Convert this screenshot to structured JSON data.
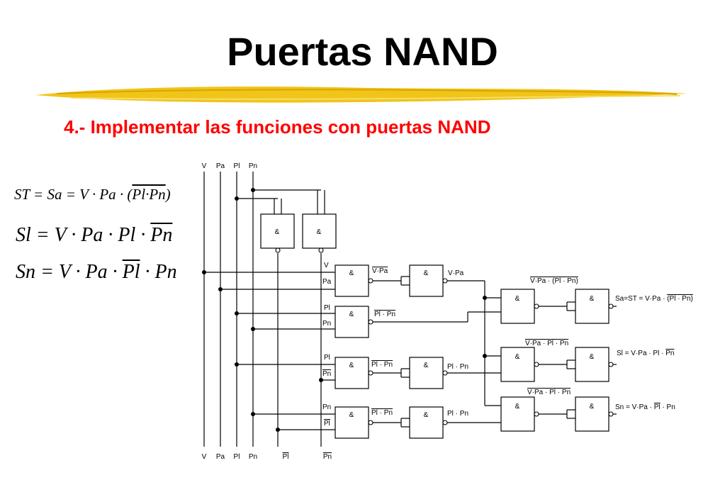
{
  "title": "Puertas NAND",
  "subtitle": "4.- Implementar las funciones con puertas NAND",
  "equations": {
    "eq1": {
      "plain": "ST = Sa = V · Pa · (",
      "bar": "Pl·Pn",
      "end": ")"
    },
    "eq2": {
      "plain": "Sl = V · Pa · Pl · ",
      "bar": "Pn"
    },
    "eq3": {
      "a": "Sn = V · Pa · ",
      "bar": "Pl",
      "b": " · Pn"
    }
  },
  "diagram": {
    "gate_symbol": "&",
    "bus_top": [
      "V",
      "Pa",
      "Pl",
      "Pn"
    ],
    "bus_bottom": [
      "V",
      "Pa",
      "Pl",
      "Pn",
      "Pl",
      "Pn"
    ],
    "inputs": {
      "g1": [
        "V",
        "Pa"
      ],
      "g2": [
        "Pl",
        "Pn"
      ],
      "g3": [
        "Pl",
        "Pn"
      ],
      "g4": [
        "Pn",
        "Pl"
      ]
    },
    "labels": {
      "g1_out": "V·Pa",
      "g1b_out": "V·Pa",
      "g2_out": "Pl · Pn",
      "g3_out": "Pl · Pn",
      "g3b_out": "Pl · Pn",
      "g4_out": "Pl · Pn",
      "g4b_out": "Pl · Pn",
      "g5_out": "V·Pa · (Pl · Pn)",
      "g6_out": "V·Pa · Pl · Pn",
      "g7_out": "V·Pa · Pl · Pn"
    },
    "outputs": {
      "st": {
        "a": "Sa=ST = V·Pa · ",
        "b": "(Pl · Pn)"
      },
      "sl": {
        "a": "Sl = V·Pa · Pl · ",
        "b": "Pn"
      },
      "sn": {
        "a": "Sn = V·Pa · ",
        "b": "Pl",
        "c": " · Pn"
      }
    }
  }
}
